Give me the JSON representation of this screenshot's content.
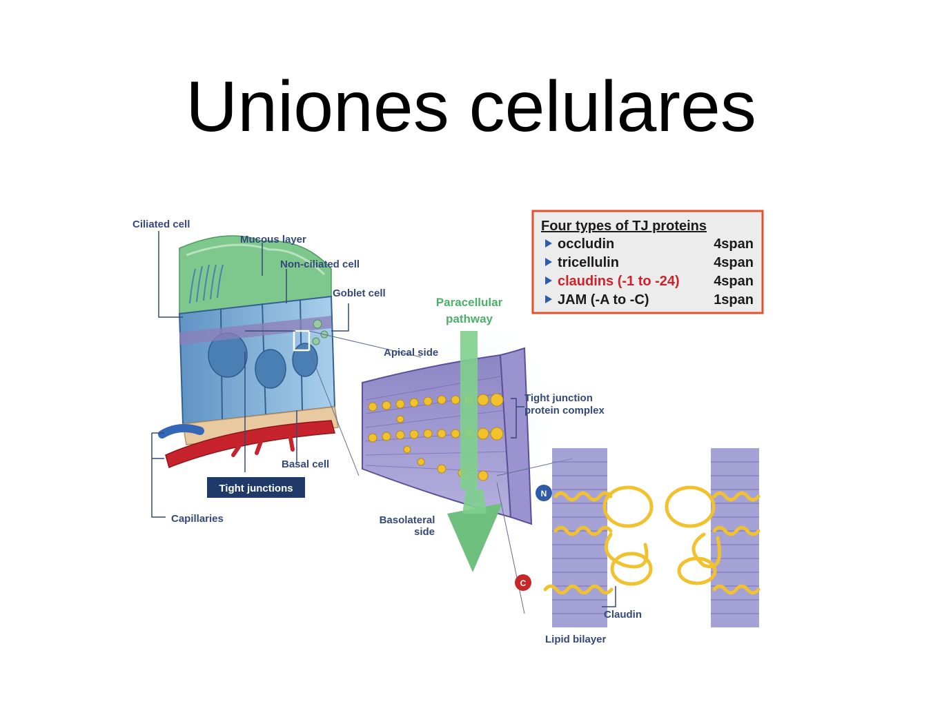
{
  "title": "Uniones celulares",
  "labels": {
    "ciliated_cell": "Ciliated cell",
    "mucous_layer": "Mucous layer",
    "non_ciliated_cell": "Non-ciliated cell",
    "goblet_cell": "Goblet cell",
    "paracellular_line1": "Paracellular",
    "paracellular_line2": "pathway",
    "apical_side": "Apical side",
    "tj_complex_line1": "Tight junction",
    "tj_complex_line2": "protein complex",
    "basal_cell": "Basal cell",
    "tight_junctions": "Tight junctions",
    "capillaries": "Capillaries",
    "basolateral_line1": "Basolateral",
    "basolateral_line2": "side",
    "claudin": "Claudin",
    "lipid_bilayer": "Lipid bilayer",
    "n_terminal": "N",
    "c_terminal": "C"
  },
  "tj_box": {
    "heading": "Four types of TJ proteins",
    "rows": [
      {
        "name": "occludin",
        "span": "4span"
      },
      {
        "name": "tricellulin",
        "span": "4span"
      },
      {
        "name": "claudins (-1 to -24)",
        "span": "4span"
      },
      {
        "name": "JAM (-A to -C)",
        "span": "1span"
      }
    ]
  },
  "colors": {
    "label_blue": "#34487a",
    "green_arrow": "#4caf6a",
    "box_border": "#e0512c",
    "highlight_red": "#d0202a",
    "protein_yellow": "#f2c12e"
  }
}
